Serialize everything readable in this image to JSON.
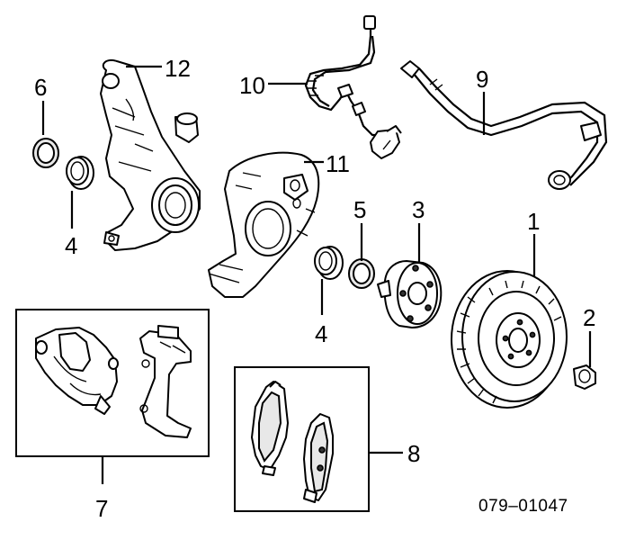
{
  "labels": {
    "l1": "1",
    "l2": "2",
    "l3": "3",
    "l4a": "4",
    "l4b": "4",
    "l5": "5",
    "l6": "6",
    "l7": "7",
    "l8": "8",
    "l9": "9",
    "l10": "10",
    "l11": "11",
    "l12": "12"
  },
  "diagram_code": "079–01047"
}
